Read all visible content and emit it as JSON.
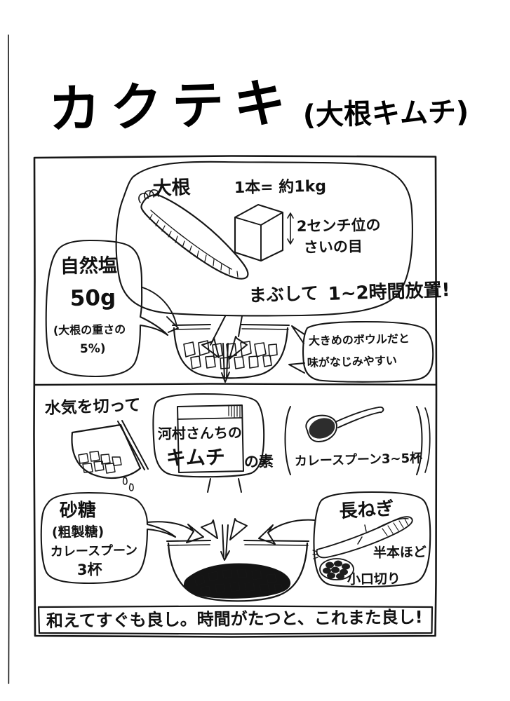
{
  "document": {
    "type": "hand-drawn-recipe-illustration",
    "language": "ja",
    "title_main": "カクテキ",
    "title_sub": "(大根キムチ)",
    "bottom_caption": "和えてすぐも良し。時間がたつと、これまた良し!"
  },
  "panel1": {
    "radish_label": "大根",
    "weight_note": "1本= 約1kg",
    "dice_note_line1": "2センチ位の",
    "dice_note_line2": "さいの目",
    "salt_line1": "自然塩",
    "salt_line2": "50g",
    "salt_line3": "(大根の重さの",
    "salt_line4": "5%)",
    "mix_note": "まぶして",
    "rest_note": "1~2時間放置!",
    "bowl_tip_line1": "大きめのボウルだと",
    "bowl_tip_line2": "味がなじみやすい"
  },
  "panel2": {
    "drain_note": "水気を切って",
    "kimchi_base_line1": "河村さんちの",
    "kimchi_base_line2": "キムチ",
    "kimchi_base_line3": "の素",
    "spoon_note": "カレースプーン3~5杯",
    "sugar_line1": "砂糖",
    "sugar_line2": "(粗製糖)",
    "sugar_line3": "カレースプーン",
    "sugar_line4": "3杯",
    "negi_line1": "長ねぎ",
    "negi_line2": "半本ほど",
    "negi_line3": "小口切り"
  },
  "colors": {
    "ink": "#161616",
    "paper": "#ffffff"
  }
}
